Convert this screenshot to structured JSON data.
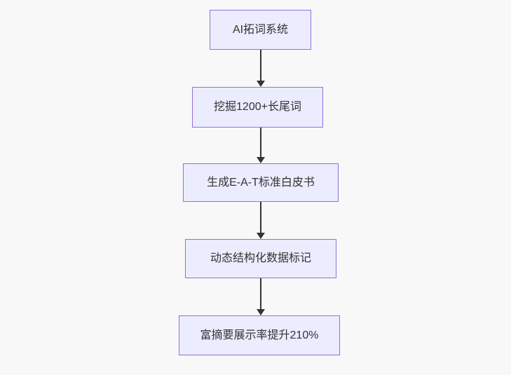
{
  "diagram": {
    "type": "flowchart",
    "direction": "top-down",
    "nodes": [
      {
        "id": "A",
        "label": "AI拓词系统"
      },
      {
        "id": "B",
        "label": "挖掘1200+长尾词"
      },
      {
        "id": "C",
        "label": "生成E-A-T标准白皮书"
      },
      {
        "id": "D",
        "label": "动态结构化数据标记"
      },
      {
        "id": "E",
        "label": "富摘要展示率提升210%"
      }
    ],
    "edges": [
      {
        "from": "A",
        "to": "B"
      },
      {
        "from": "B",
        "to": "C"
      },
      {
        "from": "C",
        "to": "D"
      },
      {
        "from": "D",
        "to": "E"
      }
    ],
    "colors": {
      "background": "#f8f8f8",
      "node_fill": "#ECECFF",
      "node_border": "#9370DB",
      "text": "#333333",
      "arrow": "#333333"
    }
  }
}
